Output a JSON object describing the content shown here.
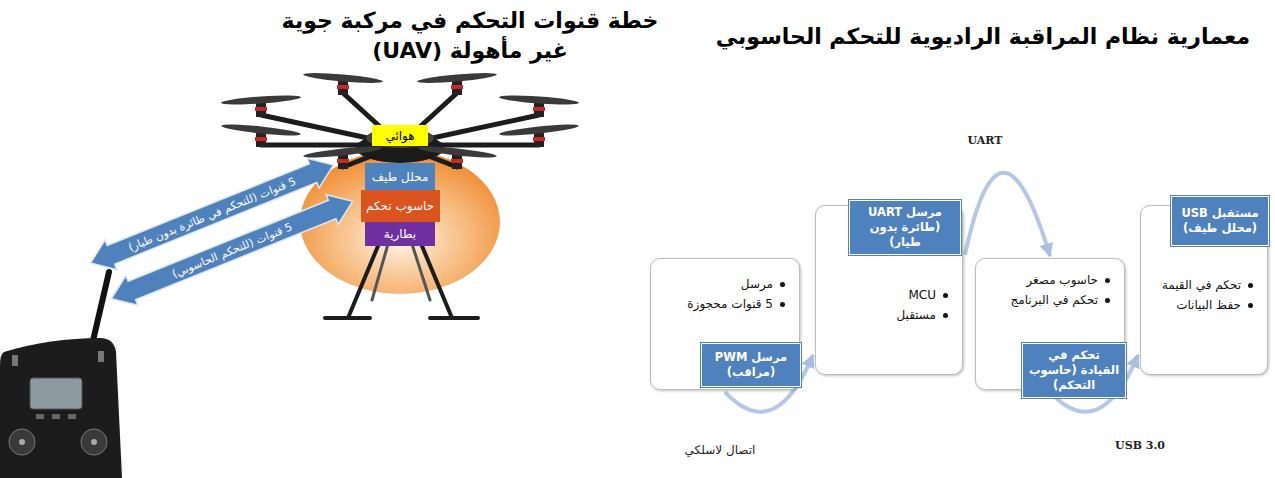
{
  "diagram": {
    "title": "معمارية نظام المراقبة الراديوية للتحكم الحاسوبي",
    "nodes": [
      {
        "text": [
          "هوائي"
        ]
      },
      {
        "text": [
          "محلل طيف"
        ]
      },
      {
        "text": [
          "حاسوب تحكم"
        ]
      },
      {
        "text": [
          "بطارية"
        ]
      },
      {
        "text": [
          "5 قنوات (للتحكم في طائرة بدون طيار)"
        ]
      },
      {
        "text": [
          "5 قنوات (للتحكم الحاسوبي)"
        ]
      },
      {
        "text": [
          "مرسل",
          "5 قنوات محجوزة"
        ]
      },
      {
        "text": [
          "مرسل PWM (مراقب)"
        ],
        "in": 6
      },
      {
        "text": [
          "MCU",
          "مستقبل"
        ]
      },
      {
        "text": [
          "مرسل UART (طائرة بدون طيار)"
        ],
        "in": 8
      },
      {
        "text": [
          "حاسوب مصغر",
          "تحكم في البرنامج"
        ]
      },
      {
        "text": [
          "تحكم في القيادة (حاسوب التحكم)"
        ],
        "in": 10
      },
      {
        "text": [
          "تحكم في القيمة",
          "حفظ البيانات"
        ]
      },
      {
        "text": [
          "مستقبل USB (محلل طيف)"
        ],
        "in": 12
      }
    ],
    "edges": [
      {
        "from": 6,
        "to": 8,
        "arrow": "to",
        "label": "اتصال لاسلكي"
      },
      {
        "from": 8,
        "to": 10,
        "arrow": "to",
        "label": "UART"
      },
      {
        "from": 10,
        "to": 12,
        "arrow": "to",
        "label": "USB 3.0"
      }
    ],
    "labels": [
      "خطة قنوات التحكم في مركبة جوية غير مأهولة (UAV)"
    ]
  }
}
